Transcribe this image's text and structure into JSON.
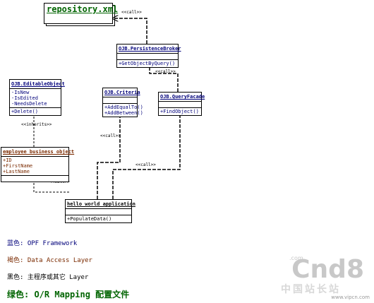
{
  "repository": {
    "label": "repository.xml"
  },
  "classes": {
    "broker": {
      "name": "OJB.PersistenceBroker",
      "attrs": [],
      "ops": [
        "+GetObjectByQuery()"
      ]
    },
    "editable": {
      "name": "OJB.EditableObject",
      "attrs": [
        "-IsNew",
        "-IsEdited",
        "-NeedsDelete"
      ],
      "ops": [
        "+Delete()"
      ]
    },
    "criteria": {
      "name": "OJB.Criteria",
      "attrs": [],
      "ops": [
        "+AddEqualTo()",
        "+AddBetween()"
      ]
    },
    "facade": {
      "name": "OJB.QueryFacade",
      "attrs": [],
      "ops": [
        "+FindObject()"
      ]
    },
    "employee": {
      "name": "employee business object",
      "attrs": [
        "+ID",
        "+FirstName",
        "+LastName"
      ],
      "ops": []
    },
    "hello": {
      "name": "hello world application",
      "attrs": [],
      "ops": [
        "+PopulateData()"
      ]
    }
  },
  "connectors": {
    "repo_call": "<<call>>",
    "broker_call": "<<call>>",
    "inherits": "<<inherits>>",
    "criteria_call": "<<call>>",
    "facade_call": "<<call>>",
    "employee_call": "<<call>>"
  },
  "legend": {
    "blue": "蓝色: OPF Framework",
    "brown": "褐色: Data Access Layer",
    "black": "黑色: 主程序或其它 Layer",
    "green": "绿色: O/R Mapping 配置文件"
  },
  "watermark": {
    "big": "Cnd8",
    "com": ".com",
    "cn": "中国站长站",
    "url": "www.vipcn.com"
  },
  "colors": {
    "opf": "#00007a",
    "dal": "#7a2a00",
    "main": "#000000",
    "config": "#006400"
  }
}
